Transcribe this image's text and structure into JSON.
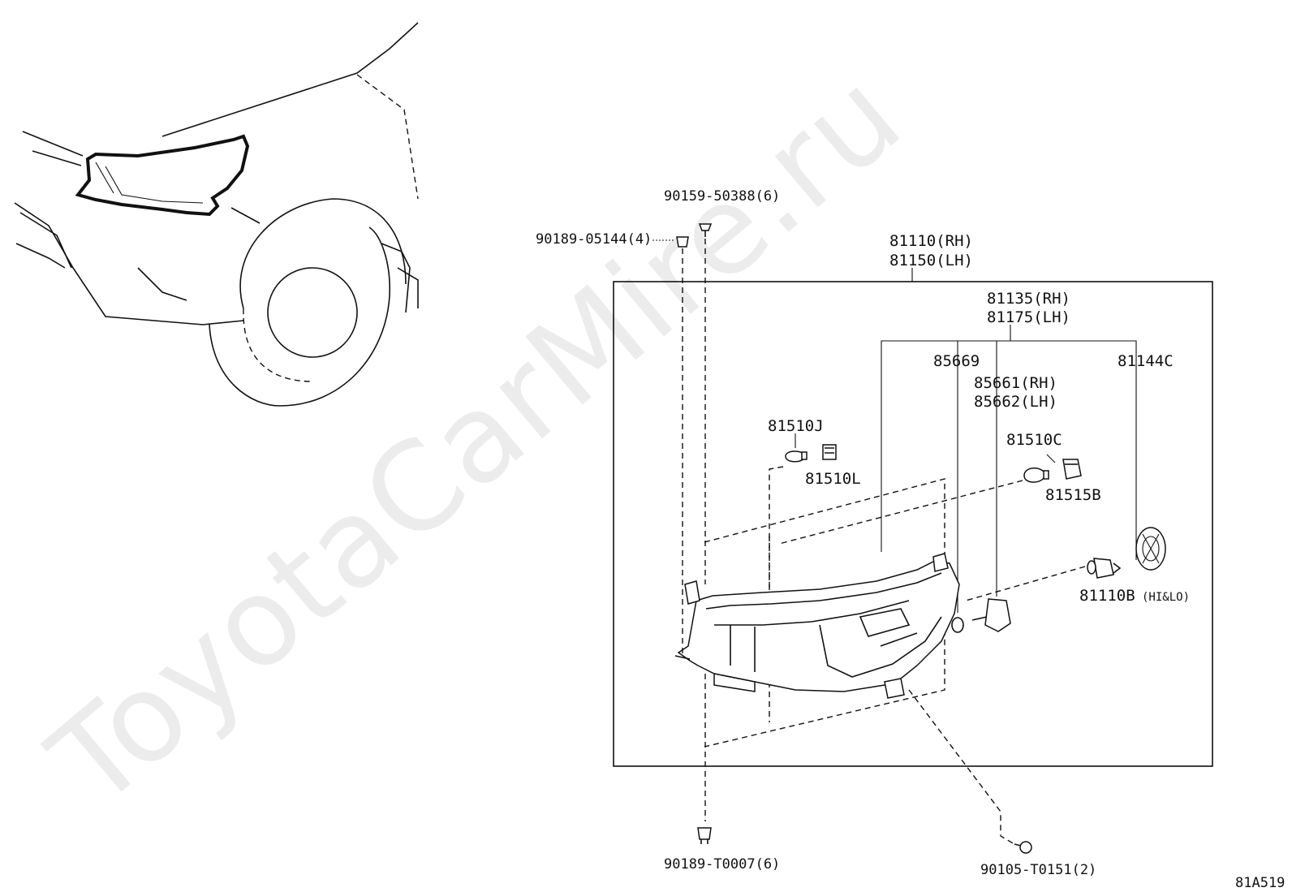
{
  "watermark": "ToyotaCarMire.ru",
  "diagram_code": "81A519",
  "labels": {
    "screw_top": "90159-50388(6)",
    "clip_top": "90189-05144(4)",
    "assy_rh": "81110(RH)",
    "assy_lh": "81150(LH)",
    "housing_rh": "81135(RH)",
    "housing_lh": "81175(LH)",
    "part_85669": "85669",
    "actuator_rh": "85661(RH)",
    "actuator_lh": "85662(LH)",
    "cover": "81144C",
    "bulb_j": "81510J",
    "socket_l": "81510L",
    "bulb_c": "81510C",
    "socket_b": "81515B",
    "bulb_hilo": "81110B",
    "bulb_hilo_note": "(HI&LO)",
    "clip_bottom": "90189-T0007(6)",
    "screw_bottom": "90105-T0151(2)"
  }
}
